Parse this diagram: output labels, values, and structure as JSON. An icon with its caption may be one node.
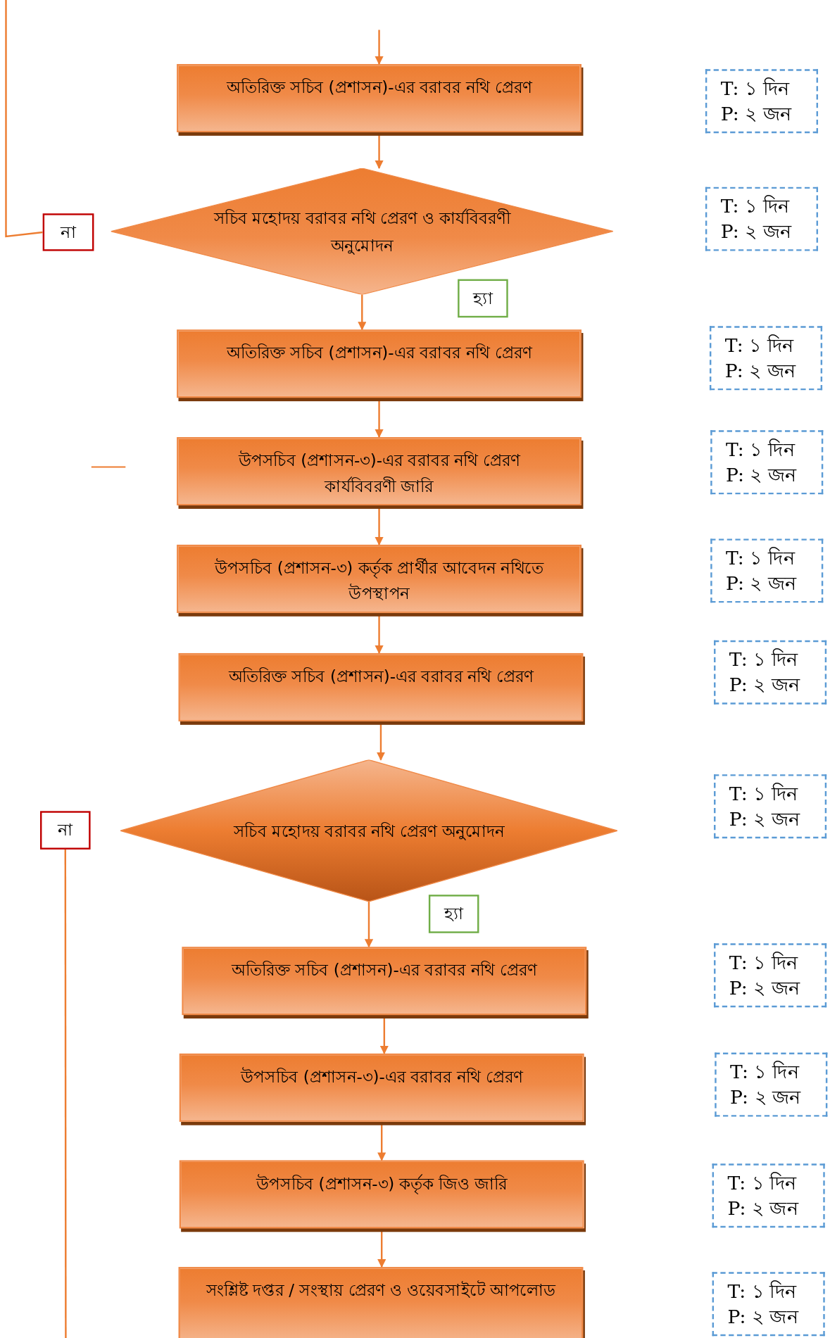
{
  "diagram": {
    "nodes": [
      {
        "text": [
          "অতিরিক্ত সচিব (প্রশাসন)-এর বরাবর নথি প্রেরণ"
        ]
      },
      {
        "text": [
          "T: ১ দিন",
          "P: ২ জন"
        ]
      },
      {
        "text": [
          "না"
        ]
      },
      {
        "text": [
          "সচিব মহোদয় বরাবর নথি প্রেরণ ও কার্যবিবরণী অনুমোদন"
        ]
      },
      {
        "text": [
          "T: ১ দিন",
          "P: ২ জন"
        ]
      },
      {
        "text": [
          "হ্যা"
        ]
      },
      {
        "text": [
          "অতিরিক্ত সচিব (প্রশাসন)-এর বরাবর নথি প্রেরণ"
        ]
      },
      {
        "text": [
          "T: ১ দিন",
          "P: ২ জন"
        ]
      },
      {
        "text": [
          "উপসচিব (প্রশাসন-৩)-এর বরাবর নথি প্রেরণ কার্যবিবরণী জারি"
        ]
      },
      {
        "text": [
          "T: ১ দিন",
          "P: ২ জন"
        ]
      },
      {
        "text": [
          "উপসচিব (প্রশাসন-৩) কর্তৃক প্রার্থীর আবেদন নথিতে উপস্থাপন"
        ]
      },
      {
        "text": [
          "T: ১ দিন",
          "P: ২ জন"
        ]
      },
      {
        "text": [
          "অতিরিক্ত সচিব (প্রশাসন)-এর বরাবর নথি প্রেরণ"
        ]
      },
      {
        "text": [
          "T: ১ দিন",
          "P: ২ জন"
        ]
      },
      {
        "text": [
          "না"
        ]
      },
      {
        "text": [
          "সচিব মহোদয় বরাবর নথি প্রেরণ অনুমোদন"
        ]
      },
      {
        "text": [
          "T: ১ দিন",
          "P: ২ জন"
        ]
      },
      {
        "text": [
          "হ্যা"
        ]
      },
      {
        "text": [
          "অতিরিক্ত সচিব (প্রশাসন)-এর বরাবর নথি প্রেরণ"
        ]
      },
      {
        "text": [
          "T: ১ দিন",
          "P: ২ জন"
        ]
      },
      {
        "text": [
          "উপসচিব (প্রশাসন-৩)-এর বরাবর নথি প্রেরণ"
        ]
      },
      {
        "text": [
          "T: ১ দিন",
          "P: ২ জন"
        ]
      },
      {
        "text": [
          "উপসচিব (প্রশাসন-৩) কর্তৃক জিও জারি"
        ]
      },
      {
        "text": [
          "T: ১ দিন",
          "P: ২ জন"
        ]
      },
      {
        "text": [
          "সংশ্লিষ্ট দপ্তর / সংস্থায় প্রেরণ ও ওয়েবসাইটে আপলোড"
        ]
      },
      {
        "text": [
          "T: ১ দিন",
          "P: ২ জন"
        ]
      }
    ],
    "edges": [
      {
        "from": null,
        "to": 0,
        "arrow": "to"
      },
      {
        "from": 0,
        "to": 3,
        "arrow": "to"
      },
      {
        "from": 3,
        "to": 6,
        "arrow": "to"
      },
      {
        "from": 6,
        "to": 8,
        "arrow": "to"
      },
      {
        "from": 8,
        "to": 10,
        "arrow": "to"
      },
      {
        "from": 10,
        "to": 12,
        "arrow": "to"
      },
      {
        "from": 12,
        "to": 15,
        "arrow": "to"
      },
      {
        "from": 15,
        "to": 18,
        "arrow": "to"
      },
      {
        "from": 18,
        "to": 20,
        "arrow": "to"
      },
      {
        "from": 20,
        "to": 22,
        "arrow": "to"
      },
      {
        "from": 22,
        "to": 24,
        "arrow": "to"
      },
      {
        "from": 2,
        "to": null,
        "arrow": "none"
      },
      {
        "from": 14,
        "to": null,
        "arrow": "none"
      }
    ]
  }
}
